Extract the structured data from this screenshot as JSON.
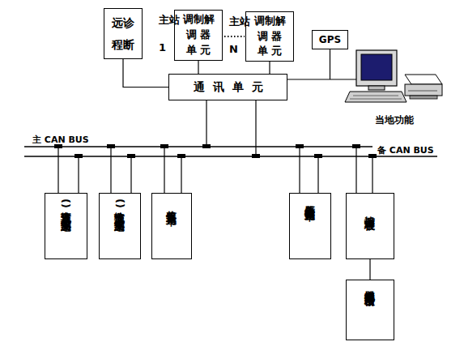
{
  "diagram": {
    "nodes": [
      {
        "text": [
          "远诊 程断"
        ]
      },
      {
        "text": [
          "主站 1",
          "调制解 调 器 单 元"
        ]
      },
      {
        "text": [
          "主站 N",
          "调制解 调 器 单 元"
        ]
      },
      {
        "text": [
          "GPS"
        ]
      },
      {
        "text": [
          "通讯单元"
        ]
      },
      {
        "text": [
          "(直流输入) 遥测采集"
        ]
      },
      {
        "text": [
          "(交流输入) 遥测采集"
        ]
      },
      {
        "text": [
          "遥信采集 单元"
        ]
      },
      {
        "text": [
          "变压器分头 调整单元"
        ]
      },
      {
        "text": [
          "遥控 管理板"
        ]
      },
      {
        "text": [
          "中间继电器 输出板"
        ]
      }
    ],
    "edges": [
      {
        "from": 0,
        "to": 4,
        "arrow": "none"
      },
      {
        "from": 1,
        "to": 4,
        "arrow": "none"
      },
      {
        "from": 2,
        "to": 4,
        "arrow": "none"
      },
      {
        "from": 3,
        "to": 4,
        "arrow": "none"
      },
      {
        "from": 9,
        "to": 10,
        "arrow": "none"
      }
    ],
    "labels": [
      "主 CAN BUS",
      "备 CAN BUS",
      "当地功能"
    ]
  }
}
